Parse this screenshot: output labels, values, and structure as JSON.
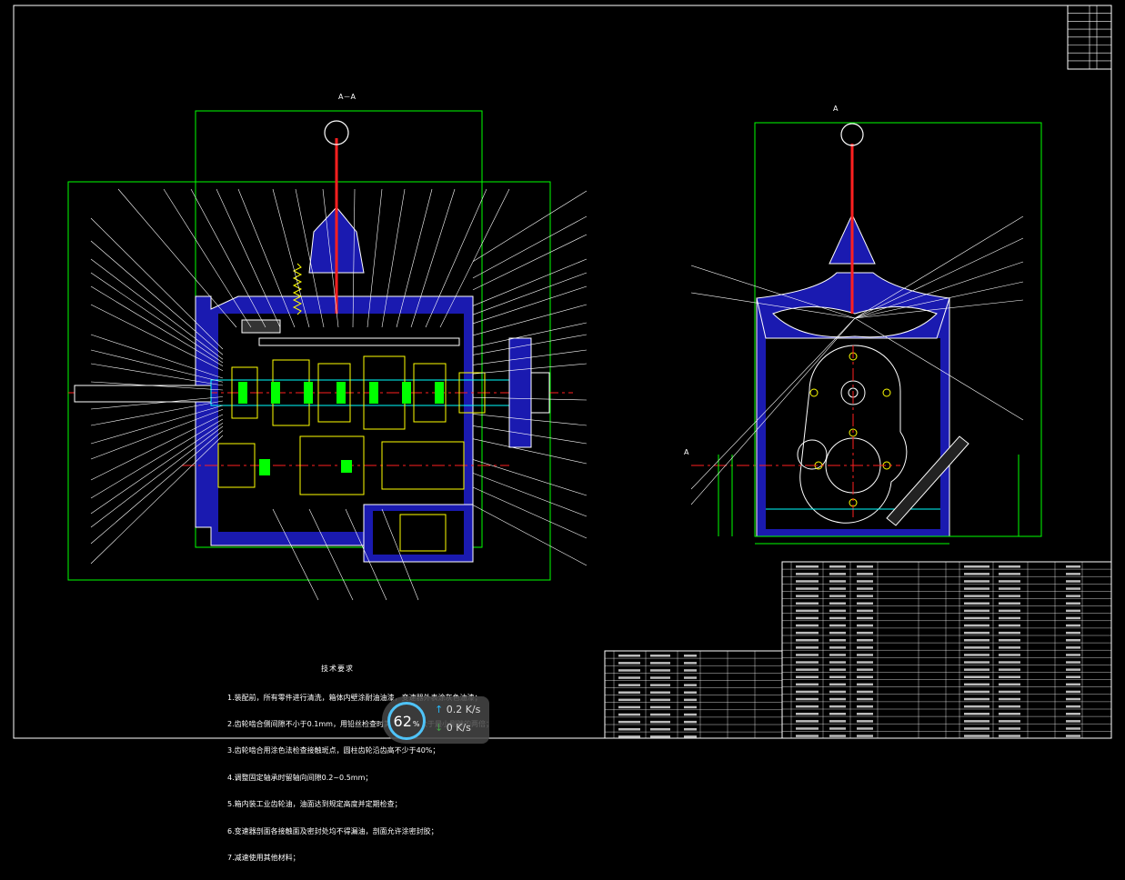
{
  "drawing": {
    "section_label": "A－A",
    "section_marker": "A",
    "colors": {
      "background": "#000000",
      "frame": "#ffffff",
      "dimension": "#00ff00",
      "housing_fill": "#1a1ab0",
      "centerline": "#ff2020",
      "gear": "#ffff00",
      "part": "#ff00ff",
      "shaft": "#00ffff",
      "leader": "#ffffff"
    }
  },
  "tech_notes": {
    "title": "技术要求",
    "lines": [
      "1.装配前，所有零件进行清洗，箱体内壁涂耐油油漆，变速器外表涂灰色油漆；",
      "2.齿轮啮合侧间隙不小于0.1mm，用铅丝检查时其直径不得大于最小侧隙的两倍；",
      "3.齿轮啮合用涂色法检查接触斑点，圆柱齿轮沿齿高不少于40%；",
      "4.调整固定轴承时留轴向间隙0.2~0.5mm；",
      "5.箱内装工业齿轮油，油面达到规定高度并定期检查；",
      "6.变速器剖面各接触面及密封处均不得漏油，剖面允许涂密封胶；",
      "7.减速使用其他材料；"
    ]
  },
  "net_widget": {
    "percent": "62",
    "percent_unit": "%",
    "upload": "0.2",
    "upload_unit": "K/s",
    "download": "0",
    "download_unit": "K/s",
    "up_arrow": "↑",
    "down_arrow": "↓"
  }
}
